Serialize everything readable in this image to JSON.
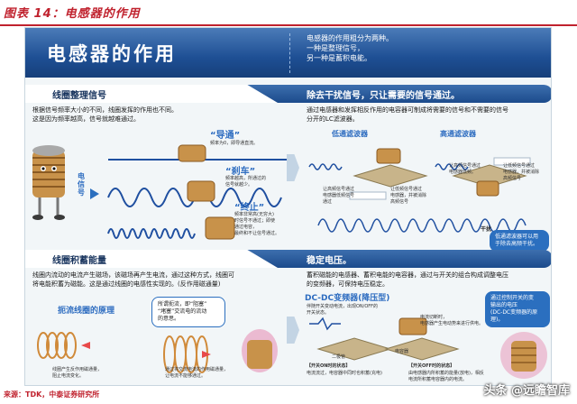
{
  "caption": "图表 14：电感器的作用",
  "banner": {
    "title": "电感器的作用",
    "intro_lines": [
      "电感器的作用粗分为两种。",
      "一种是整理信号，",
      "另一种是蓄积电能。"
    ]
  },
  "section1": {
    "left_title": "线圈整理信号",
    "right_title": "除去干扰信号，只让需要的信号通过。",
    "left_desc": [
      "根据信号频率大小的不同，线圈发挥的作用也不同。",
      "这是因为频率越高，信号就越难通过。"
    ],
    "right_desc": [
      "通过电感器和发挥相反作用的电容器可制成将需要的信号和不需要的信号",
      "分开的LC滤波器。"
    ],
    "signal_label": "电信号",
    "pass_title": "“导通”",
    "pass_note": "频率为0，即导通直流。",
    "brake_title": "“刹车”",
    "brake_note": [
      "频率越高，所通过的",
      "信号就越少。"
    ],
    "stop_title": "“终止”",
    "stop_note": [
      "频率非常高(无穷大)",
      "时信号不通过；即使",
      "通过电容，",
      "最终和不让信号通过。"
    ],
    "lowpass_title": "低通滤波器",
    "lowpass_note": [
      "让高频信号通过",
      "电感器低频信号",
      "通过"
    ],
    "lowpass_note2": [
      "让低频信号通过",
      "电感器，并被消除",
      "高频信号"
    ],
    "highpass_title": "高通滤波器",
    "highpass_note": [
      "让高频信号通过",
      "电感器低频。"
    ],
    "highpass_note2": [
      "让低频信号通过",
      "电感器，并被消除",
      "高频信号"
    ],
    "noise_label": "干扰",
    "tip": [
      "低通滤波器可以用",
      "于除去高频干扰。"
    ]
  },
  "section2": {
    "left_title": "线圈积蓄能量",
    "right_title": "稳定电压。",
    "left_desc": [
      "线圈内流动的电流产生磁场，该磁场再产生电流，通过这种方式，线圈可",
      "将电能积蓄为磁能。这是通过线圈的电感性实现的。(反作用磁通量)"
    ],
    "right_desc": [
      "蓄积磁能的电感器、蓄积电能的电容器，通过与开关的组合构成调整电压",
      "的变频器，可保持电压稳定。"
    ],
    "lenz_title": "扼流线圈的原理",
    "lenz_bubble": [
      "所谓扼流，即“阻塞”",
      "“堵塞”交流电的流动",
      "的意思。"
    ],
    "lenz_note1": [
      "线圈产生反作用磁通量，",
      "阻止电流变化。"
    ],
    "lenz_note2": [
      "通过将交流电流的作用磁通量，",
      "让电流不能够通过。"
    ],
    "dcdc_title": "DC-DC变频器(降压型)",
    "dcdc_note_top": [
      "伴随开关变动电流，出现ON/OFF的",
      "开关状态。"
    ],
    "dcdc_diode": "二极管",
    "dcdc_cap": "电容器",
    "dcdc_on_label": "【开关ON时的状态】",
    "dcdc_on_note": [
      "电流流过，电容器中同时也积蓄(充电)"
    ],
    "dcdc_off_label": "【开关OFF时的状态】",
    "dcdc_off_note": [
      "由电感器内所积蓄的能量(放电)，相反",
      "电流所积蓄电容器内的电流。"
    ],
    "dcdc_cut": [
      "电流切断时，",
      "电感器产生电动势来进行供电。"
    ],
    "tip": [
      "通过控制开关的变",
      "输出的电压",
      "(DC-DC变频器的原理)。"
    ]
  },
  "source": "来源：TDK，中泰证券研究所",
  "watermark": "头条 @远瞻智库",
  "colors": {
    "brand_red": "#c0222e",
    "banner_blue": "#1e4f94",
    "wave_blue": "#1f4fa0",
    "accent_pink": "#e8a1c0"
  }
}
